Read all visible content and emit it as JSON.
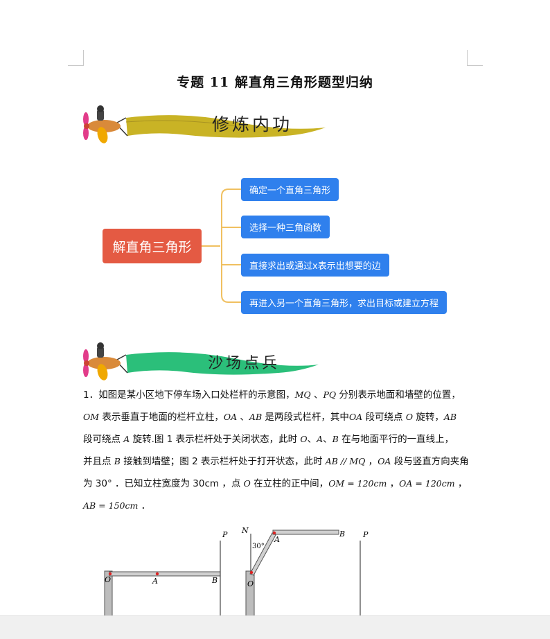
{
  "title": "专题 11 解直角三角形题型归纳",
  "banner1": {
    "label": "修炼内功",
    "ribbon_color": "#c9b325"
  },
  "banner2": {
    "label": "沙场点兵",
    "ribbon_color": "#2bbf7a"
  },
  "mindmap": {
    "root": "解直角三角形",
    "leaves": [
      "确定一个直角三角形",
      "选择一种三角函数",
      "直接求出或通过x表示出想要的边",
      "再进入另一个直角三角形，求出目标或建立方程"
    ],
    "root_color": "#e45a43",
    "leaf_color": "#2f80ed",
    "line_color": "#f0c060"
  },
  "problem": {
    "l1a": "1．如图是某小区地下停车场入口处栏杆的示意图，",
    "l1b": "MQ",
    "l1c": " 、",
    "l1d": "PQ",
    "l1e": " 分别表示地面和墙壁的位置，",
    "l2a": "OM",
    "l2b": " 表示垂直于地面的栏杆立柱，",
    "l2c": "OA",
    "l2d": " 、",
    "l2e": "AB",
    "l2f": " 是两段式栏杆，其中",
    "l2g": "OA",
    "l2h": " 段可绕点 ",
    "l2i": "O",
    "l2j": " 旋转，",
    "l2k": "AB",
    "l3a": "段可绕点 ",
    "l3b": "A",
    "l3c": " 旋转.图 1 表示栏杆处于关闭状态，此时 ",
    "l3d": "O",
    "l3e": "、",
    "l3f": "A",
    "l3g": "、",
    "l3h": "B",
    "l3i": " 在与地面平行的一直线上，",
    "l4a": "并且点 ",
    "l4b": "B",
    "l4c": " 接触到墙壁；图 2 表示栏杆处于打开状态，此时 ",
    "l4d": "AB // MQ",
    "l4e": " ，",
    "l4f": "OA",
    "l4g": " 段与竖直方向夹角",
    "l5a": "为 30° ．已知立柱宽度为 30cm ，点 ",
    "l5b": "O",
    "l5c": " 在立柱的正中间，",
    "l5d": "OM = 120cm",
    "l5e": " ，",
    "l5f": "OA = 120cm",
    "l5g": " ，",
    "l6a": "AB = 150cm",
    "l6b": " ．"
  },
  "figure1": {
    "p": "P",
    "o": "O",
    "a": "A",
    "b": "B"
  },
  "figure2": {
    "n": "N",
    "angle": "30°",
    "a": "A",
    "b": "B",
    "o": "O",
    "p": "P"
  }
}
